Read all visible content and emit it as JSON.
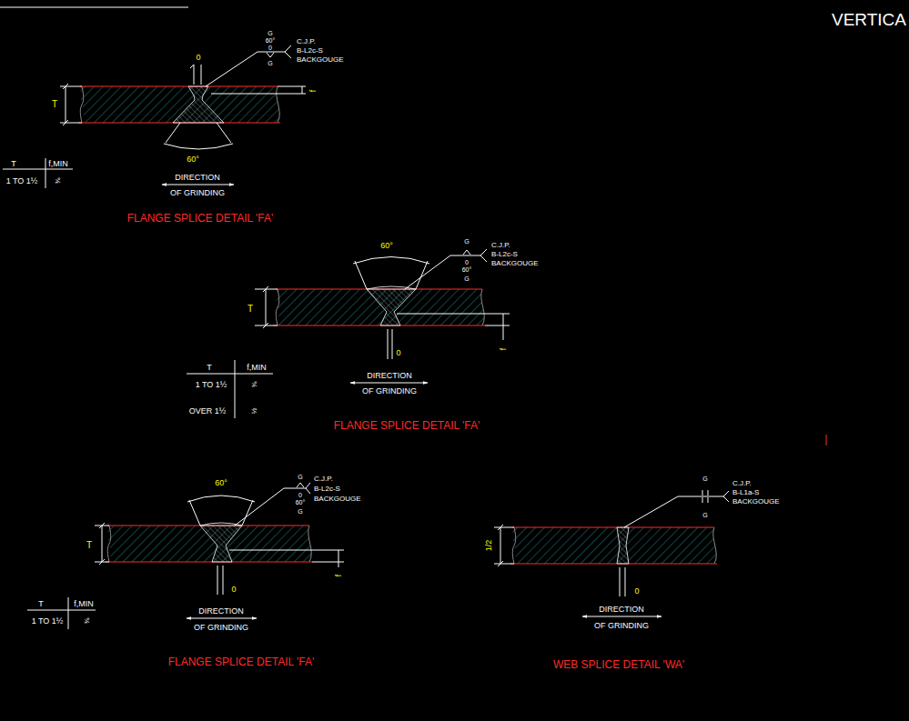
{
  "diagram": {
    "title": "VERTICA",
    "labels": [
      "0",
      "G",
      "60°",
      "0",
      "G",
      "C.J.P.",
      "B-L2c-S",
      "BACKGOUGE",
      "T",
      "f",
      "60°",
      "DIRECTION",
      "OF GRINDING",
      "T",
      "f,MIN",
      "1 TO 1½",
      "⅜",
      "FLANGE SPLICE DETAIL 'FA'",
      "60°",
      "G",
      "0",
      "60°",
      "G",
      "C.J.P.",
      "B-L2c-S",
      "BACKGOUGE",
      "T",
      "f",
      "0",
      "DIRECTION",
      "OF GRINDING",
      "T",
      "f,MIN",
      "1 TO 1½",
      "⅜",
      "OVER 1½",
      "½",
      "FLANGE SPLICE DETAIL 'FA'",
      "60°",
      "G",
      "0",
      "60°",
      "G",
      "C.J.P.",
      "B-L2c-S",
      "BACKGOUGE",
      "T",
      "f",
      "0",
      "DIRECTION",
      "OF GRINDING",
      "T",
      "f,MIN",
      "1 TO 1½",
      "⅜",
      "FLANGE SPLICE DETAIL 'FA'",
      "G",
      "G",
      "C.J.P.",
      "B-L1a-S",
      "BACKGOUGE",
      "1/2",
      "0",
      "DIRECTION",
      "OF GRINDING",
      "WEB SPLICE DETAIL 'WA'"
    ]
  }
}
